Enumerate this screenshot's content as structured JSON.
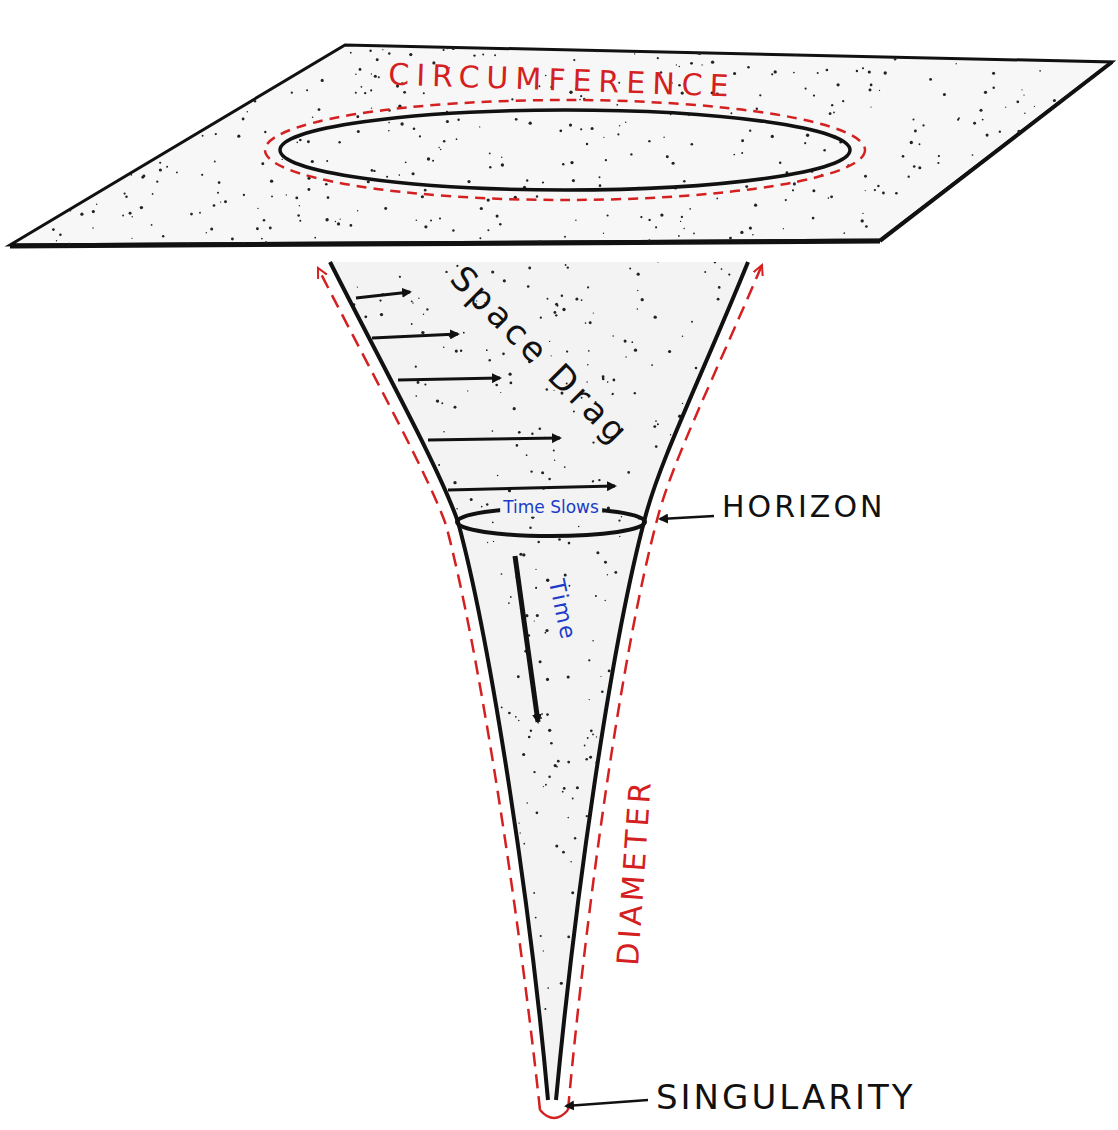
{
  "diagram": {
    "labels": [
      "CIRCUMFERENCE",
      "Space Drag",
      "Time Slows",
      "Time",
      "HORIZON",
      "DIAMETER",
      "SINGULARITY"
    ]
  }
}
